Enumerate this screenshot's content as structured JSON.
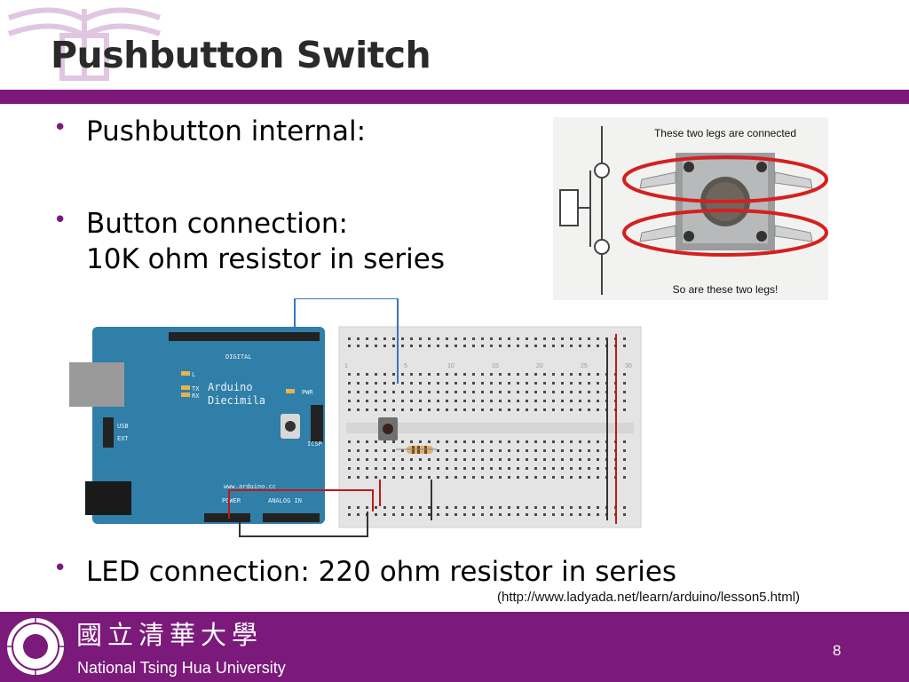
{
  "slide": {
    "title": "Pushbutton Switch",
    "bullets": [
      {
        "lines": [
          "Pushbutton internal:"
        ]
      },
      {
        "lines": [
          "Button connection:",
          "10K ohm resistor in series"
        ]
      },
      {
        "lines": [
          "LED connection: 220 ohm resistor in series"
        ]
      }
    ],
    "source": "(http://www.ladyada.net/learn/arduino/lesson5.html)",
    "page_number": "8",
    "accent_color": "#7b1a7b"
  },
  "pushbutton_figure": {
    "top_label": "These two legs are connected",
    "bottom_label": "So are these two legs!"
  },
  "breadboard_figure": {
    "board_name_line1": "Arduino",
    "board_name_line2": "Diecimila",
    "digital_label": "DIGITAL",
    "website": "www.arduino.cc",
    "power_label": "POWER",
    "analog_label": "ANALOG IN",
    "icsp_label": "ICSP",
    "pwr_label": "PWR",
    "usb_label": "USB",
    "ext_label": "EXT",
    "tx_label": "TX",
    "rx_label": "RX",
    "l_label": "L",
    "column_numbers": [
      "1",
      "5",
      "10",
      "15",
      "20",
      "25",
      "30"
    ]
  },
  "footer": {
    "university_chinese": "國立清華大學",
    "university_english": "National Tsing Hua University"
  }
}
